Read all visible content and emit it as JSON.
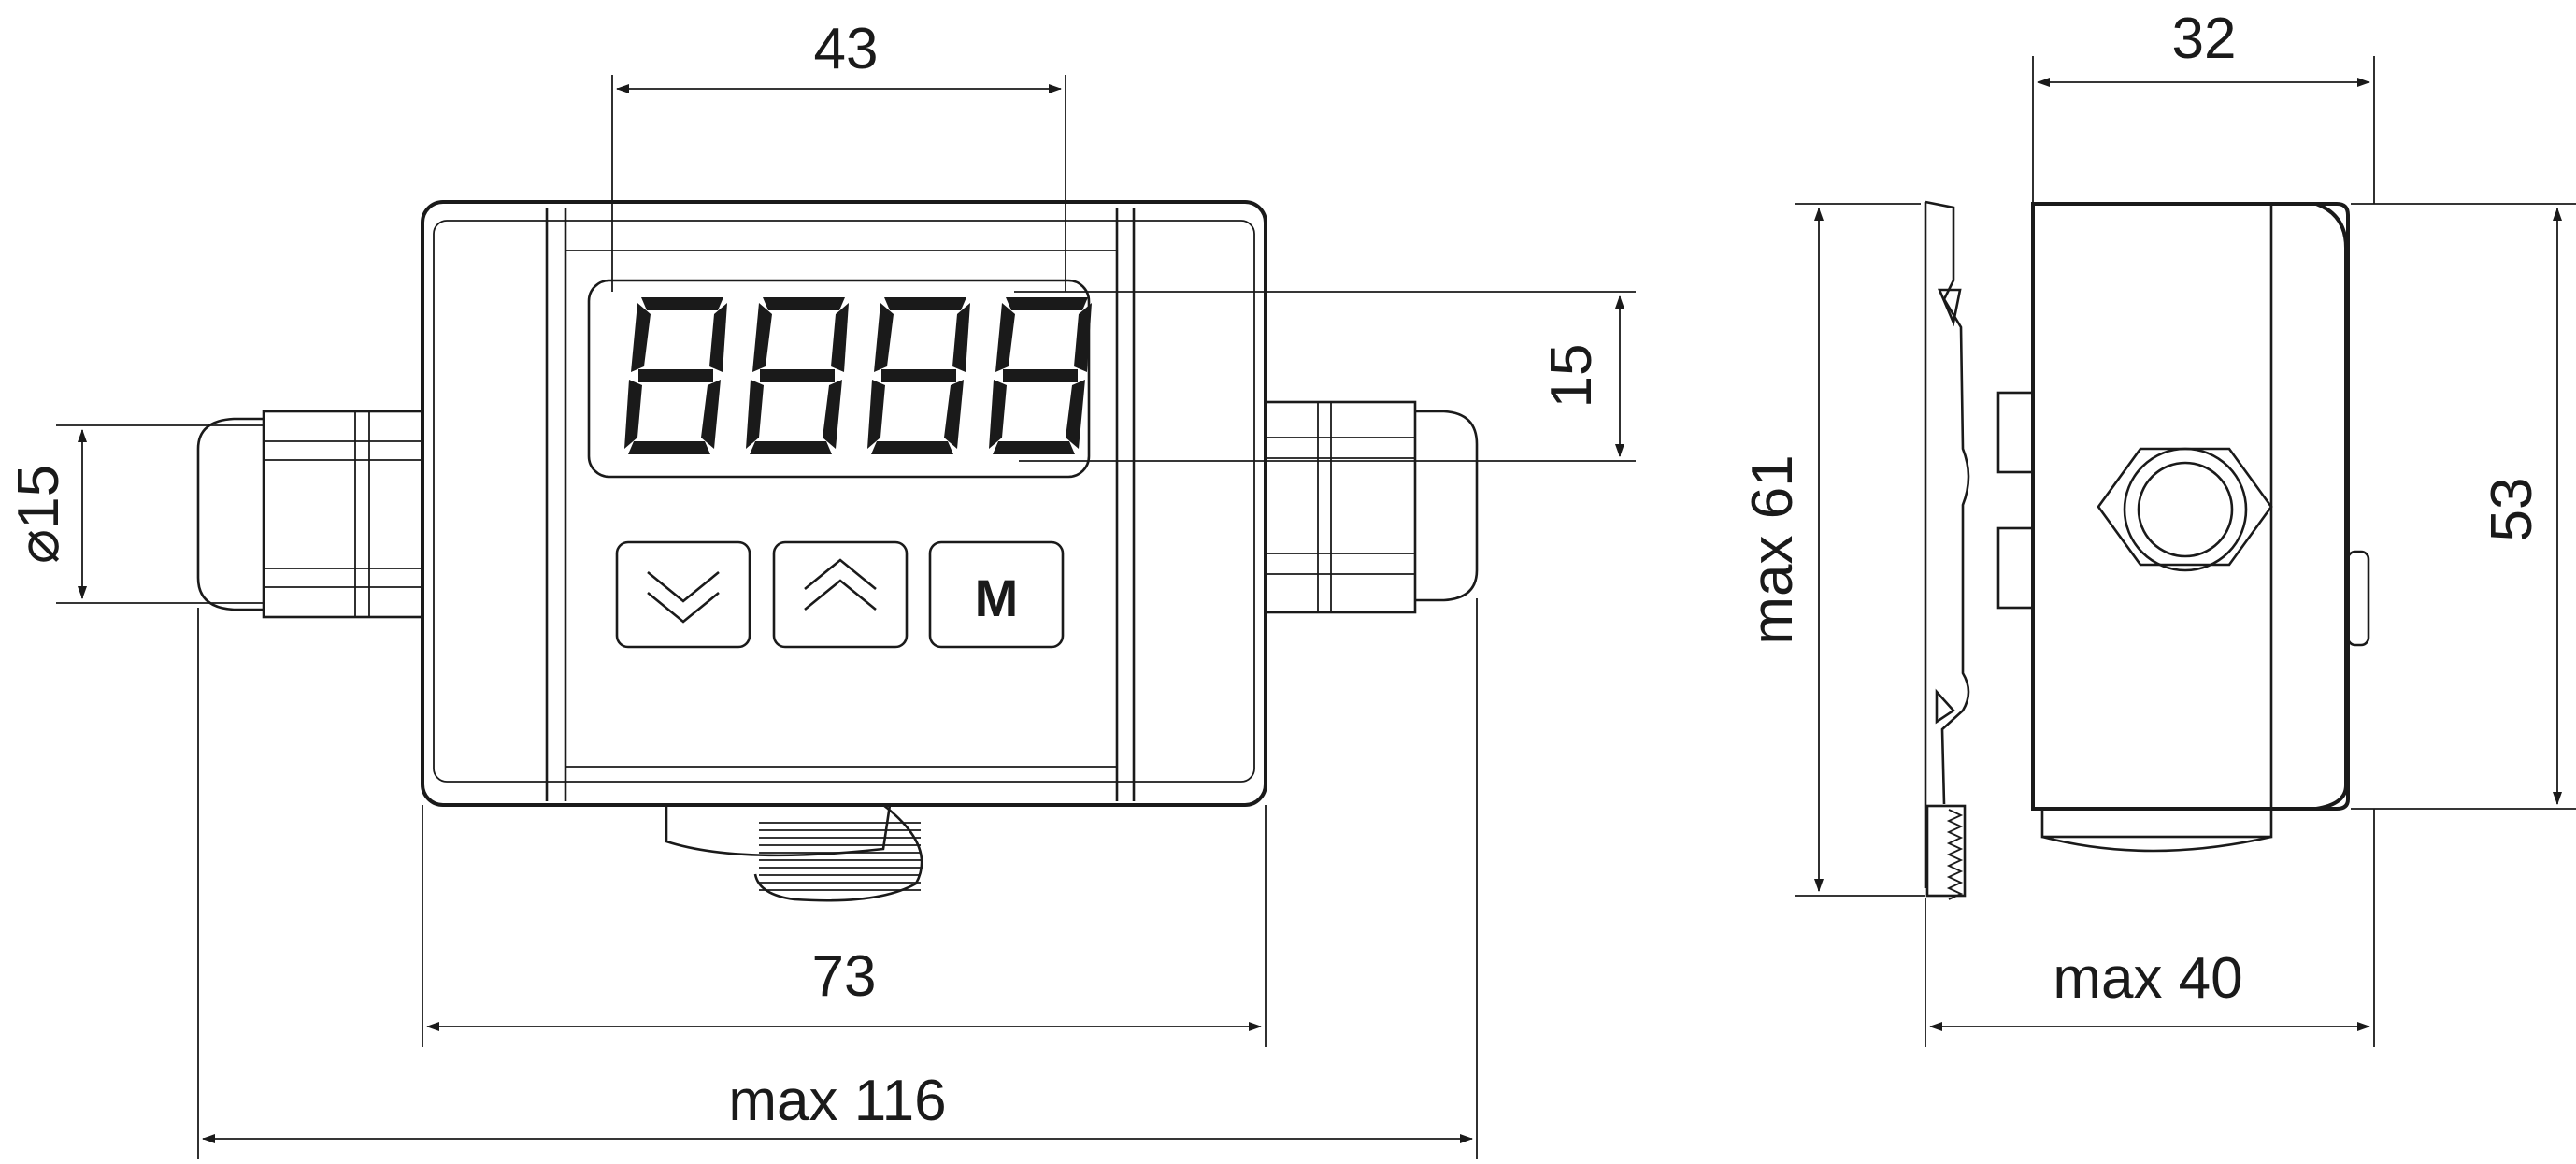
{
  "dimensions": {
    "display_width": "43",
    "display_height": "15",
    "gland_diameter": "⌀15",
    "housing_width": "73",
    "overall_width": "max 116",
    "depth": "32",
    "overall_height": "max 61",
    "housing_height": "53",
    "overall_depth": "max 40"
  },
  "front_view": {
    "display_digits": "8888",
    "buttons": [
      {
        "icon": "chevron-down-icon"
      },
      {
        "icon": "chevron-up-icon"
      },
      {
        "label": "M"
      }
    ]
  }
}
